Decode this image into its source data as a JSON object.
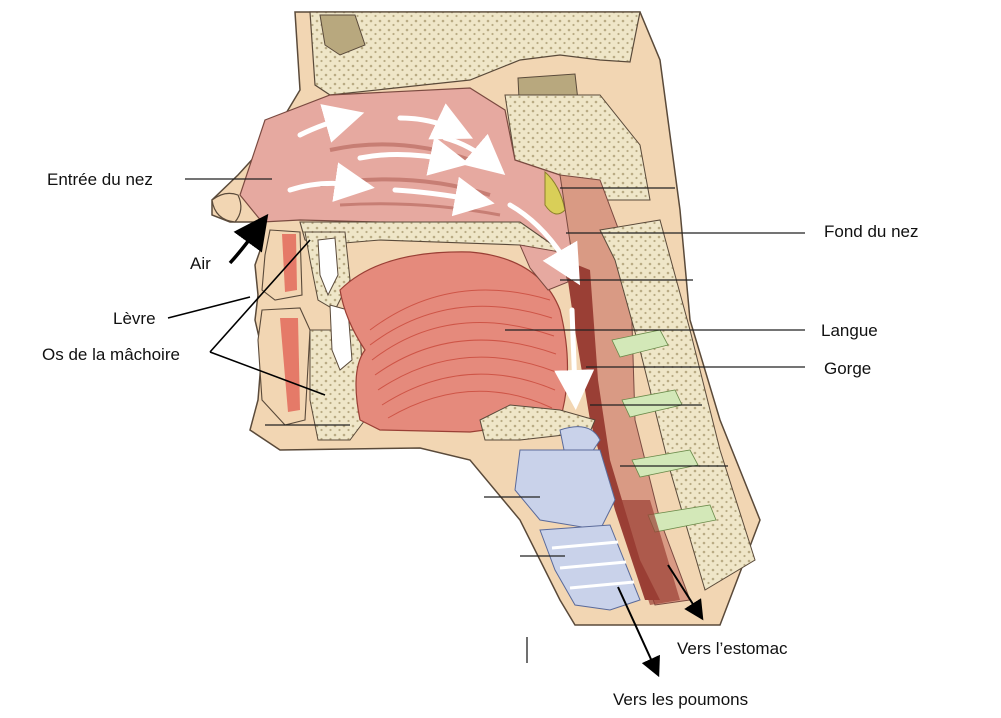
{
  "labels": {
    "nose_entrance": "Entrée du nez",
    "air": "Air",
    "lip": "Lèvre",
    "jaw_bone": "Os de la mâchoire",
    "back_of_nose": "Fond du nez",
    "tongue": "Langue",
    "throat": "Gorge",
    "to_stomach": "Vers l’estomac",
    "to_lungs": "Vers les poumons"
  },
  "colors": {
    "bone": "#efe6c8",
    "bone_dots": "#b9ab84",
    "nasal_cavity": "#e6a9a0",
    "tongue": "#e58a7c",
    "tongue_lines": "#c9483a",
    "muscle": "#d99a84",
    "cartilage": "#c9d2ea",
    "vertebra_disc": "#d3e8b8",
    "skin": "#f2d6b3",
    "airflow_arrow": "#ffffff",
    "leader_line": "#222222"
  }
}
